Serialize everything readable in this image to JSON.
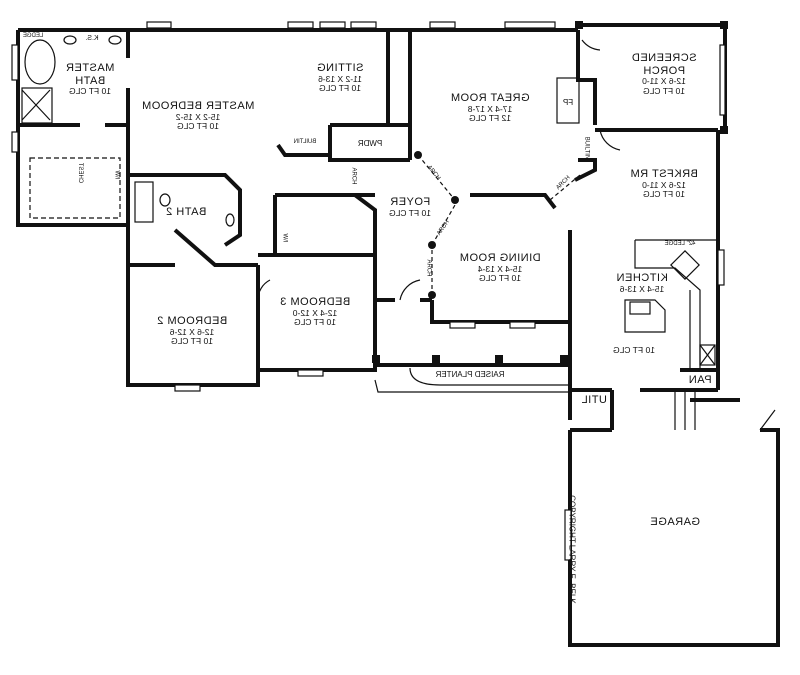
{
  "rooms": {
    "master_bath": {
      "name1": "MASTER",
      "name2": "BATH",
      "ceiling": "10 FT CLG"
    },
    "master_bedroom": {
      "name": "MASTER BEDROOM",
      "size": "15-2 X 15-2",
      "ceiling": "10 FT CLG"
    },
    "sitting": {
      "name": "SITTING",
      "size": "11-2 X 13-6",
      "ceiling": "10 FT CLG"
    },
    "great_room": {
      "name": "GREAT ROOM",
      "size": "17-4 X 17-8",
      "ceiling": "12 FT CLG"
    },
    "screened_porch": {
      "name1": "SCREENED",
      "name2": "PORCH",
      "size": "12-6 X 11-0",
      "ceiling": "10 FT CLG"
    },
    "brkfst_rm": {
      "name": "BRKFST RM",
      "size": "12-6 X 11-0",
      "ceiling": "10 FT CLG"
    },
    "foyer": {
      "name": "FOYER",
      "ceiling": "10 FT CLG"
    },
    "dining_room": {
      "name": "DINING ROOM",
      "size": "15-4 X 13-4",
      "ceiling": "10 FT CLG"
    },
    "kitchen": {
      "name": "KITCHEN",
      "size": "15-4 X 13-6",
      "ceiling": "10 FT CLG"
    },
    "bath2": {
      "name": "BATH 2"
    },
    "bedroom2": {
      "name": "BEDROOM 2",
      "size": "12-6 X 12-6",
      "ceiling": "10 FT CLG"
    },
    "bedroom3": {
      "name": "BEDROOM 3",
      "size": "12-4 X 12-0",
      "ceiling": "10 FT CLG"
    },
    "garage": {
      "name": "GARAGE"
    },
    "util": {
      "name": "UTIL"
    },
    "pan": {
      "name": "PAN"
    },
    "pwdr": {
      "name": "PWDR"
    }
  },
  "fixtures": {
    "ledge": "LEDGE",
    "ks": "K.S.",
    "wi": "W/I",
    "chest": "CHEST",
    "builtin": "BUILTIN",
    "arch": "ARCH",
    "fp": "FP",
    "ledge42": "42\" LEDGE",
    "raised_planter": "RAISED PLANTER"
  },
  "copyright": "COPYRIGHT LARRY E. BELK"
}
